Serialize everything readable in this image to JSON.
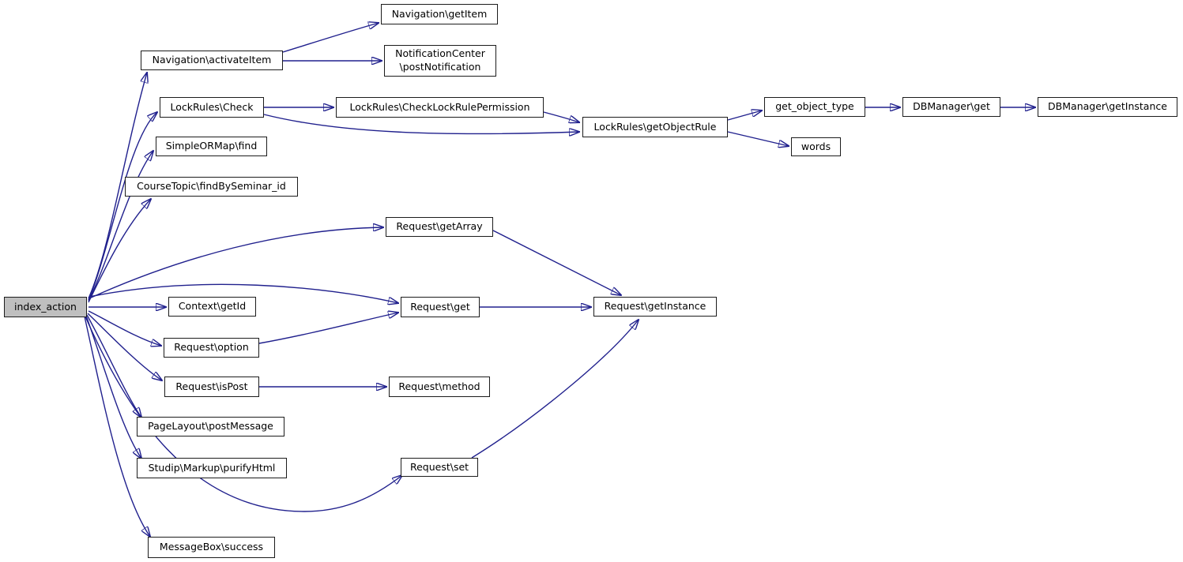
{
  "diagram": {
    "type": "call-graph",
    "root_function": "index_action",
    "edge_color": "#20208d",
    "node_border_color": "#1c1c1c",
    "node_fill": "#ffffff",
    "root_node_fill": "#bfbfbf",
    "text_color": "#000000",
    "background": "#ffffff"
  },
  "nodes": {
    "index_action": {
      "label": "index_action"
    },
    "navigation_activateItem": {
      "label": "Navigation\\activateItem"
    },
    "navigation_getItem": {
      "label": "Navigation\\getItem"
    },
    "notificationCenter_postNotification": {
      "label": "NotificationCenter\n\\postNotification"
    },
    "lockRules_check": {
      "label": "LockRules\\Check"
    },
    "lockRules_checkLockRulePermission": {
      "label": "LockRules\\CheckLockRulePermission"
    },
    "lockRules_getObjectRule": {
      "label": "LockRules\\getObjectRule"
    },
    "get_object_type": {
      "label": "get_object_type"
    },
    "words": {
      "label": "words"
    },
    "dbManager_get": {
      "label": "DBManager\\get"
    },
    "dbManager_getInstance": {
      "label": "DBManager\\getInstance"
    },
    "simpleORMap_find": {
      "label": "SimpleORMap\\find"
    },
    "courseTopic_findBySeminar_id": {
      "label": "CourseTopic\\findBySeminar_id"
    },
    "request_getArray": {
      "label": "Request\\getArray"
    },
    "context_getId": {
      "label": "Context\\getId"
    },
    "request_option": {
      "label": "Request\\option"
    },
    "request_get": {
      "label": "Request\\get"
    },
    "request_getInstance": {
      "label": "Request\\getInstance"
    },
    "request_isPost": {
      "label": "Request\\isPost"
    },
    "request_method": {
      "label": "Request\\method"
    },
    "pageLayout_postMessage": {
      "label": "PageLayout\\postMessage"
    },
    "studip_markup_purifyHtml": {
      "label": "Studip\\Markup\\purifyHtml"
    },
    "request_set": {
      "label": "Request\\set"
    },
    "messageBox_success": {
      "label": "MessageBox\\success"
    }
  },
  "edges": [
    {
      "from": "index_action",
      "to": "navigation_activateItem"
    },
    {
      "from": "index_action",
      "to": "lockRules_check"
    },
    {
      "from": "index_action",
      "to": "simpleORMap_find"
    },
    {
      "from": "index_action",
      "to": "courseTopic_findBySeminar_id"
    },
    {
      "from": "index_action",
      "to": "request_getArray"
    },
    {
      "from": "index_action",
      "to": "request_get"
    },
    {
      "from": "index_action",
      "to": "context_getId"
    },
    {
      "from": "index_action",
      "to": "request_option"
    },
    {
      "from": "index_action",
      "to": "request_isPost"
    },
    {
      "from": "index_action",
      "to": "pageLayout_postMessage"
    },
    {
      "from": "index_action",
      "to": "studip_markup_purifyHtml"
    },
    {
      "from": "index_action",
      "to": "request_set"
    },
    {
      "from": "index_action",
      "to": "messageBox_success"
    },
    {
      "from": "navigation_activateItem",
      "to": "navigation_getItem"
    },
    {
      "from": "navigation_activateItem",
      "to": "notificationCenter_postNotification"
    },
    {
      "from": "lockRules_check",
      "to": "lockRules_checkLockRulePermission"
    },
    {
      "from": "lockRules_check",
      "to": "lockRules_getObjectRule"
    },
    {
      "from": "lockRules_checkLockRulePermission",
      "to": "lockRules_getObjectRule"
    },
    {
      "from": "lockRules_getObjectRule",
      "to": "get_object_type"
    },
    {
      "from": "lockRules_getObjectRule",
      "to": "words"
    },
    {
      "from": "get_object_type",
      "to": "dbManager_get"
    },
    {
      "from": "dbManager_get",
      "to": "dbManager_getInstance"
    },
    {
      "from": "request_getArray",
      "to": "request_getInstance"
    },
    {
      "from": "request_get",
      "to": "request_getInstance"
    },
    {
      "from": "request_option",
      "to": "request_get"
    },
    {
      "from": "request_isPost",
      "to": "request_method"
    },
    {
      "from": "request_set",
      "to": "request_getInstance"
    }
  ]
}
